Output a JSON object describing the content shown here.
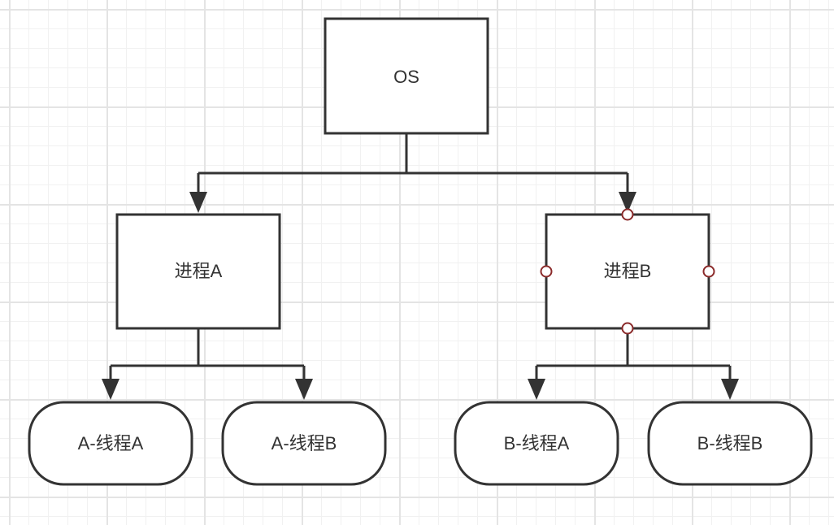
{
  "diagram": {
    "nodes": {
      "os": {
        "label": "OS"
      },
      "process_a": {
        "label": "进程A"
      },
      "process_b": {
        "label": "进程B"
      },
      "thread_aa": {
        "label": "A-线程A"
      },
      "thread_ab": {
        "label": "A-线程B"
      },
      "thread_ba": {
        "label": "B-线程A"
      },
      "thread_bb": {
        "label": "B-线程B"
      }
    },
    "selected_node": "process_b",
    "colors": {
      "stroke": "#333333",
      "selection_handle": "#8b2a2a",
      "grid_minor": "#f1f1f1",
      "grid_major": "#e4e4e4"
    }
  }
}
